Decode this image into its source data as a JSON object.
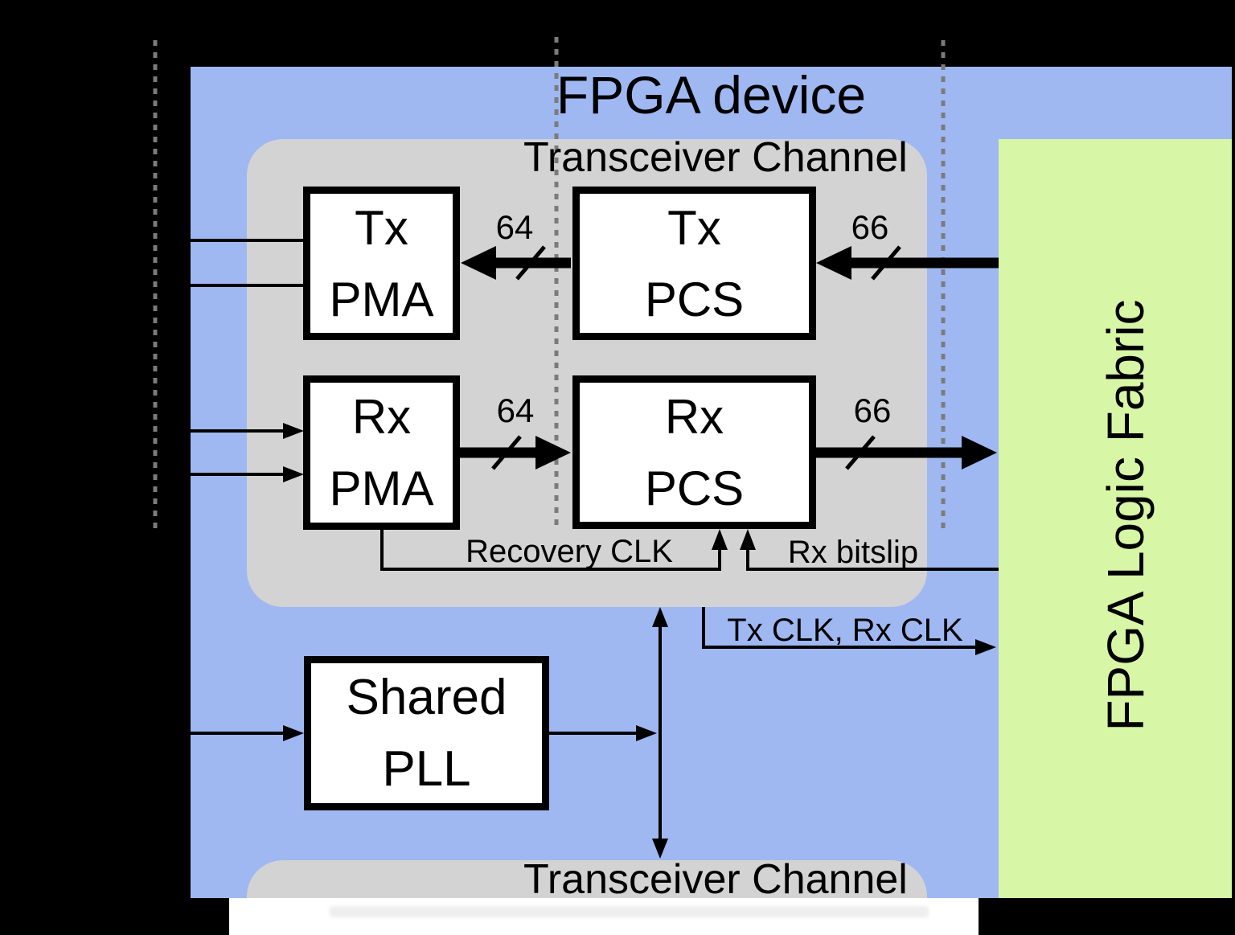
{
  "colors": {
    "background": "#000000",
    "fpga_device_fill": "#9FB8F2",
    "transceiver_channel_fill": "#D3D3D3",
    "fpga_logic_fabric_fill": "#D7F6A6",
    "block_fill": "#FFFFFF",
    "line_color": "#000000",
    "dotted_line_color": "#7B7B7B",
    "bottom_strip_fill": "#FFFFFF"
  },
  "fpga_device": {
    "title": "FPGA device"
  },
  "transceiver_channel_top": {
    "label": "Transceiver Channel"
  },
  "transceiver_channel_bottom": {
    "label": "Transceiver Channel"
  },
  "fpga_logic_fabric": {
    "label": "FPGA Logic Fabric"
  },
  "blocks": {
    "tx_pma": {
      "line1": "Tx",
      "line2": "PMA"
    },
    "tx_pcs": {
      "line1": "Tx",
      "line2": "PCS"
    },
    "rx_pma": {
      "line1": "Rx",
      "line2": "PMA"
    },
    "rx_pcs": {
      "line1": "Rx",
      "line2": "PCS"
    },
    "shared_pll": {
      "line1": "Shared",
      "line2": "PLL"
    }
  },
  "bus_widths": {
    "tx_pcs_to_tx_pma": "64",
    "fabric_to_tx_pcs": "66",
    "rx_pma_to_rx_pcs": "64",
    "rx_pcs_to_fabric": "66"
  },
  "signal_labels": {
    "recovery_clk": "Recovery CLK",
    "rx_bitslip": "Rx bitslip",
    "tx_rx_clk": "Tx CLK, Rx CLK"
  }
}
